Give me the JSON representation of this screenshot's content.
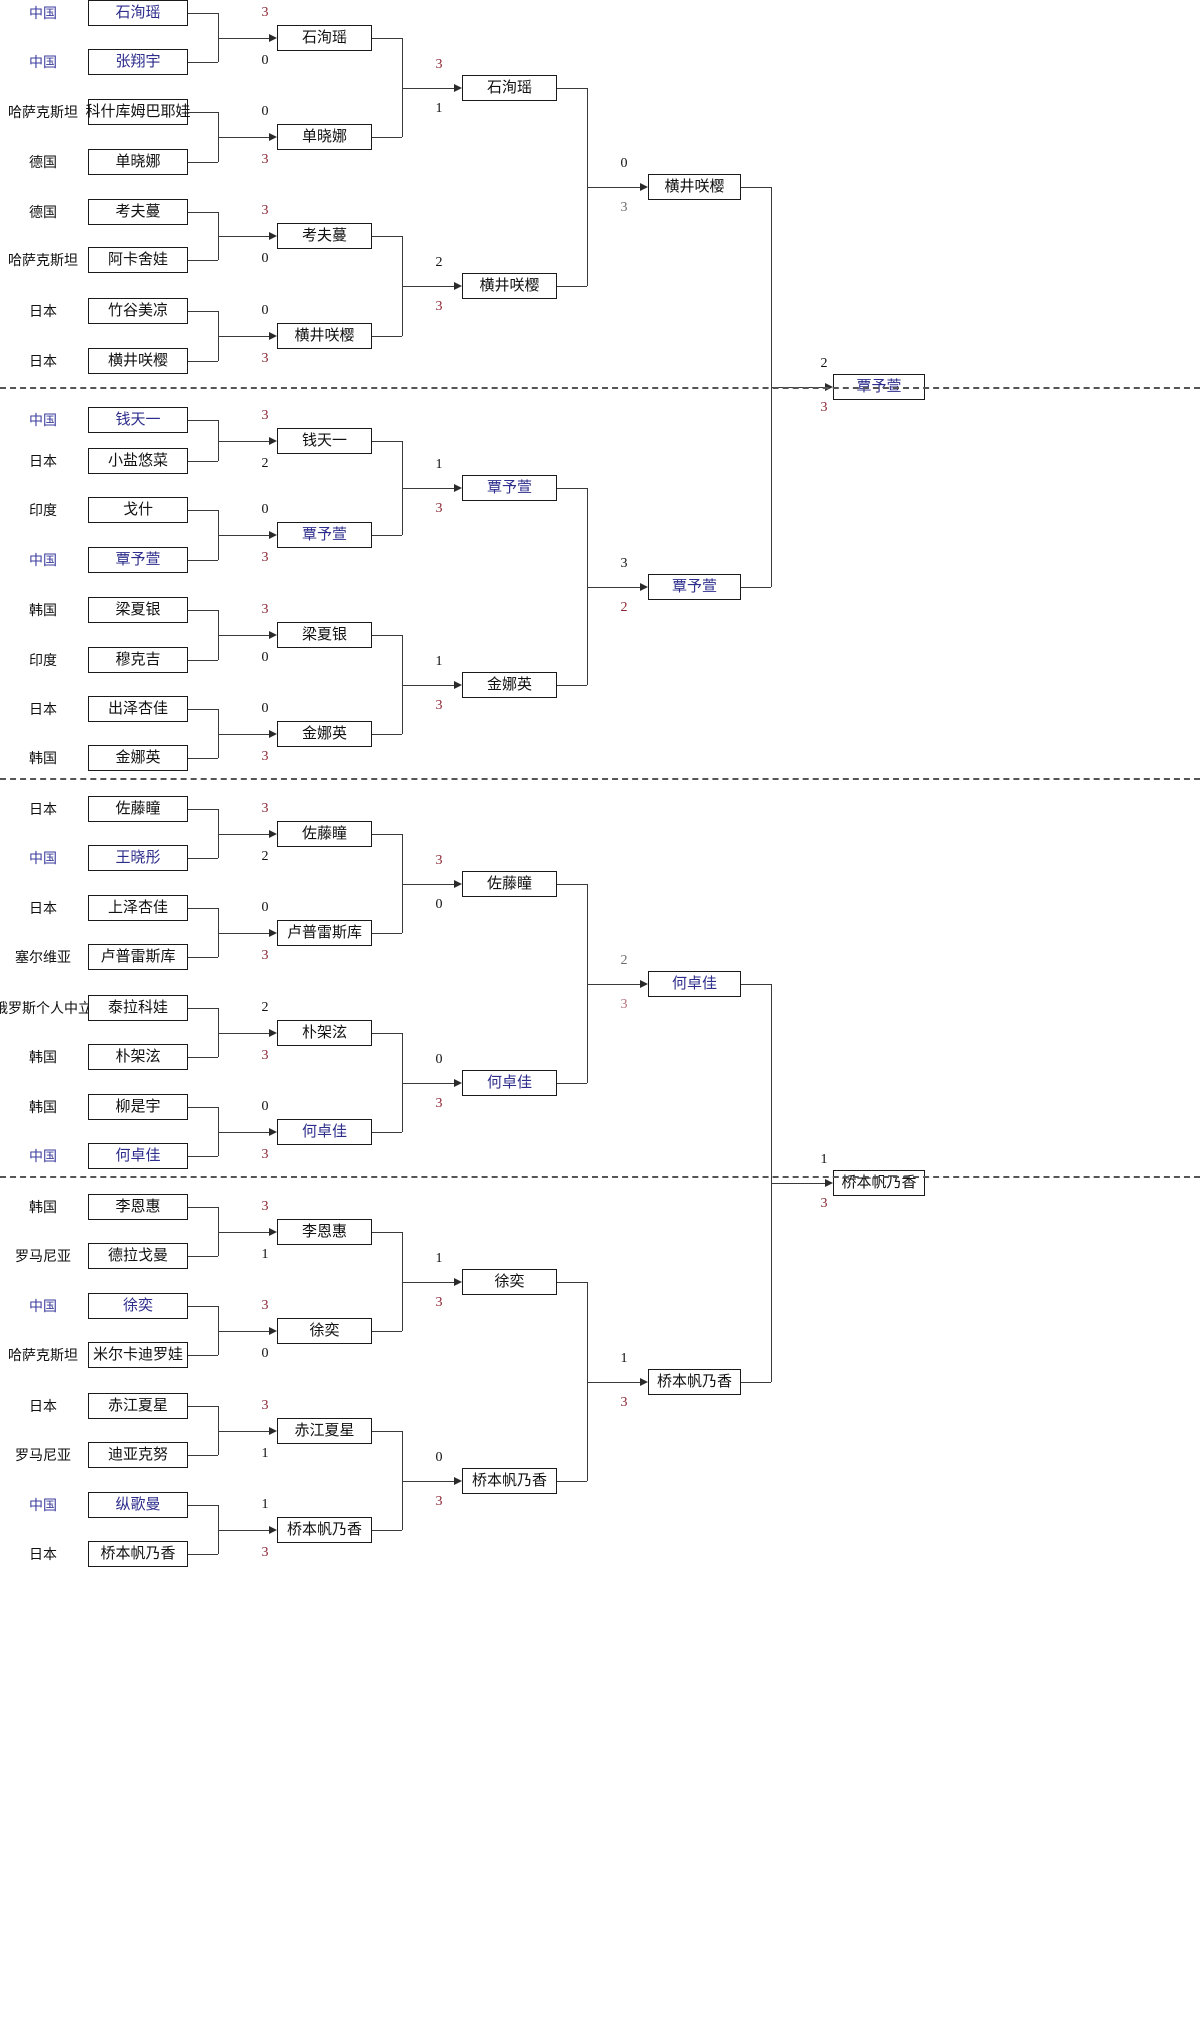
{
  "meta": {
    "colors": {
      "winner_score": "#8b2532",
      "loser_score": "#111111",
      "china_text": "#2d2d8c",
      "line": "#3a3a3a",
      "gray_score": "#6d6d6d",
      "pink_score": "#b07078"
    }
  },
  "r1": [
    {
      "country": "中国",
      "name": "石洵瑶",
      "cn": true,
      "score": "3",
      "win": true
    },
    {
      "country": "中国",
      "name": "张翔宇",
      "cn": true,
      "score": "0",
      "win": false
    },
    {
      "country": "哈萨克斯坦",
      "name": "科什库姆巴耶娃",
      "cn": false,
      "score": "0",
      "win": false
    },
    {
      "country": "德国",
      "name": "单晓娜",
      "cn": false,
      "score": "3",
      "win": true
    },
    {
      "country": "德国",
      "name": "考夫蔓",
      "cn": false,
      "score": "3",
      "win": true
    },
    {
      "country": "哈萨克斯坦",
      "name": "阿卡舍娃",
      "cn": false,
      "score": "0",
      "win": false
    },
    {
      "country": "日本",
      "name": "竹谷美凉",
      "cn": false,
      "score": "0",
      "win": false
    },
    {
      "country": "日本",
      "name": "横井咲樱",
      "cn": false,
      "score": "3",
      "win": true
    },
    {
      "country": "中国",
      "name": "钱天一",
      "cn": true,
      "score": "3",
      "win": true
    },
    {
      "country": "日本",
      "name": "小盐悠菜",
      "cn": false,
      "score": "2",
      "win": false
    },
    {
      "country": "印度",
      "name": "戈什",
      "cn": false,
      "score": "0",
      "win": false
    },
    {
      "country": "中国",
      "name": "覃予萱",
      "cn": true,
      "score": "3",
      "win": true
    },
    {
      "country": "韩国",
      "name": "梁夏银",
      "cn": false,
      "score": "3",
      "win": true
    },
    {
      "country": "印度",
      "name": "穆克吉",
      "cn": false,
      "score": "0",
      "win": false
    },
    {
      "country": "日本",
      "name": "出泽杏佳",
      "cn": false,
      "score": "0",
      "win": false
    },
    {
      "country": "韩国",
      "name": "金娜英",
      "cn": false,
      "score": "3",
      "win": true
    },
    {
      "country": "日本",
      "name": "佐藤瞳",
      "cn": false,
      "score": "3",
      "win": true
    },
    {
      "country": "中国",
      "name": "王晓彤",
      "cn": true,
      "score": "2",
      "win": false
    },
    {
      "country": "日本",
      "name": "上泽杏佳",
      "cn": false,
      "score": "0",
      "win": false
    },
    {
      "country": "塞尔维亚",
      "name": "卢普雷斯库",
      "cn": false,
      "score": "3",
      "win": true
    },
    {
      "country": "俄罗斯个人中立",
      "name": "泰拉科娃",
      "cn": false,
      "score": "2",
      "win": false
    },
    {
      "country": "韩国",
      "name": "朴架泫",
      "cn": false,
      "score": "3",
      "win": true
    },
    {
      "country": "韩国",
      "name": "柳是宇",
      "cn": false,
      "score": "0",
      "win": false
    },
    {
      "country": "中国",
      "name": "何卓佳",
      "cn": true,
      "score": "3",
      "win": true
    },
    {
      "country": "韩国",
      "name": "李恩惠",
      "cn": false,
      "score": "3",
      "win": true
    },
    {
      "country": "罗马尼亚",
      "name": "德拉戈曼",
      "cn": false,
      "score": "1",
      "win": false
    },
    {
      "country": "中国",
      "name": "徐奕",
      "cn": true,
      "score": "3",
      "win": true
    },
    {
      "country": "哈萨克斯坦",
      "name": "米尔卡迪罗娃",
      "cn": false,
      "score": "0",
      "win": false
    },
    {
      "country": "日本",
      "name": "赤江夏星",
      "cn": false,
      "score": "3",
      "win": true
    },
    {
      "country": "罗马尼亚",
      "name": "迪亚克努",
      "cn": false,
      "score": "1",
      "win": false
    },
    {
      "country": "中国",
      "name": "纵歌曼",
      "cn": true,
      "score": "1",
      "win": false
    },
    {
      "country": "日本",
      "name": "桥本帆乃香",
      "cn": false,
      "score": "3",
      "win": true
    }
  ],
  "r2": [
    {
      "name": "石洵瑶",
      "cn": false,
      "top_score": "3",
      "top_win": true,
      "bot_score": "1",
      "bot_win": false
    },
    {
      "name": "单晓娜",
      "cn": false
    },
    {
      "name": "考夫蔓",
      "cn": false,
      "top_score": "2",
      "top_win": false,
      "bot_score": "3",
      "bot_win": true
    },
    {
      "name": "横井咲樱",
      "cn": false
    },
    {
      "name": "钱天一",
      "cn": false,
      "top_score": "1",
      "top_win": false,
      "bot_score": "3",
      "bot_win": true
    },
    {
      "name": "覃予萱",
      "cn": true
    },
    {
      "name": "梁夏银",
      "cn": false,
      "top_score": "1",
      "top_win": false,
      "bot_score": "3",
      "bot_win": true
    },
    {
      "name": "金娜英",
      "cn": false
    },
    {
      "name": "佐藤瞳",
      "cn": false,
      "top_score": "3",
      "top_win": true,
      "bot_score": "0",
      "bot_win": false
    },
    {
      "name": "卢普雷斯库",
      "cn": false
    },
    {
      "name": "朴架泫",
      "cn": false,
      "top_score": "0",
      "top_win": false,
      "bot_score": "3",
      "bot_win": true
    },
    {
      "name": "何卓佳",
      "cn": true
    },
    {
      "name": "李恩惠",
      "cn": false,
      "top_score": "1",
      "top_win": false,
      "bot_score": "3",
      "bot_win": true
    },
    {
      "name": "徐奕",
      "cn": false
    },
    {
      "name": "赤江夏星",
      "cn": false,
      "top_score": "0",
      "top_win": false,
      "bot_score": "3",
      "bot_win": true
    },
    {
      "name": "桥本帆乃香",
      "cn": false
    }
  ],
  "r3": [
    {
      "name": "石洵瑶",
      "cn": false,
      "top_score": "0",
      "bot_score": "3"
    },
    {
      "name": "横井咲樱",
      "cn": false
    },
    {
      "name": "覃予萱",
      "cn": true,
      "top_score": "3",
      "bot_score": "2"
    },
    {
      "name": "金娜英",
      "cn": false
    },
    {
      "name": "佐藤瞳",
      "cn": false,
      "top_score": "2",
      "bot_score": "3"
    },
    {
      "name": "何卓佳",
      "cn": true
    },
    {
      "name": "徐奕",
      "cn": false,
      "top_score": "1",
      "bot_score": "3"
    },
    {
      "name": "桥本帆乃香",
      "cn": false
    }
  ],
  "r4": [
    {
      "name": "横井咲樱",
      "cn": false
    },
    {
      "name": "覃予萱",
      "cn": true
    },
    {
      "name": "何卓佳",
      "cn": true
    },
    {
      "name": "桥本帆乃香",
      "cn": false
    }
  ],
  "r5": [
    {
      "name": "覃予萱",
      "cn": true,
      "top_score": "2",
      "bot_score": "3"
    },
    {
      "name": "桥本帆乃香",
      "cn": false,
      "top_score": "1",
      "bot_score": "3"
    }
  ]
}
